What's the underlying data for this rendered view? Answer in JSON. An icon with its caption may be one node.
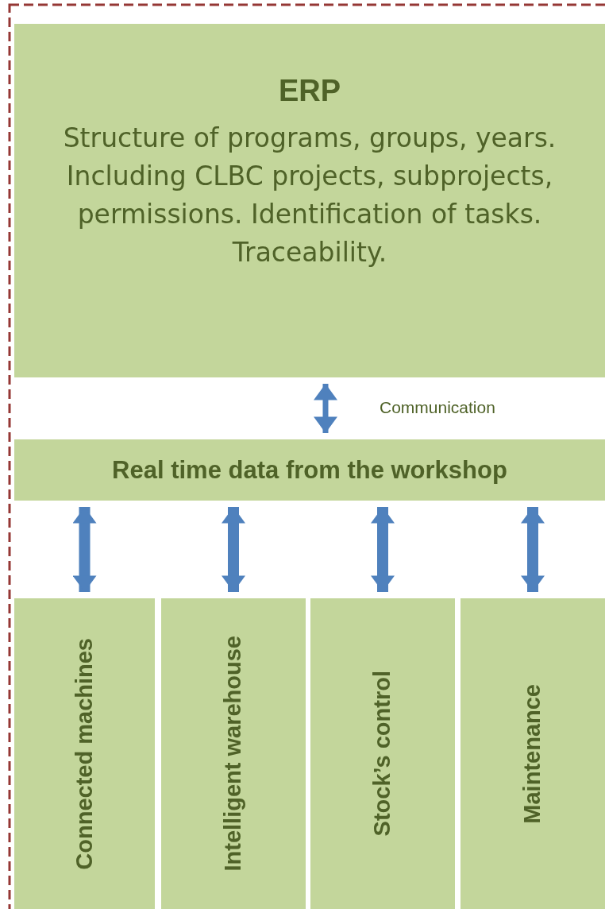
{
  "diagram": {
    "nodes": [
      {
        "text": [
          "ERP",
          "Structure of programs, groups, years. Including CLBC projects,  subprojects, permissions. Identification of tasks. Traceability."
        ]
      },
      {
        "text": [
          "Real time data from the workshop"
        ]
      },
      {
        "text": [
          "Connected machines"
        ]
      },
      {
        "text": [
          "Intelligent warehouse"
        ]
      },
      {
        "text": [
          "Stock’s control"
        ]
      },
      {
        "text": [
          "Maintenance"
        ]
      }
    ],
    "edges": [
      {
        "from": 0,
        "to": 1,
        "arrow": "both",
        "label": "Communication"
      },
      {
        "from": 1,
        "to": 2,
        "arrow": "both"
      },
      {
        "from": 1,
        "to": 3,
        "arrow": "both"
      },
      {
        "from": 1,
        "to": 4,
        "arrow": "both"
      },
      {
        "from": 1,
        "to": 5,
        "arrow": "both"
      }
    ]
  }
}
